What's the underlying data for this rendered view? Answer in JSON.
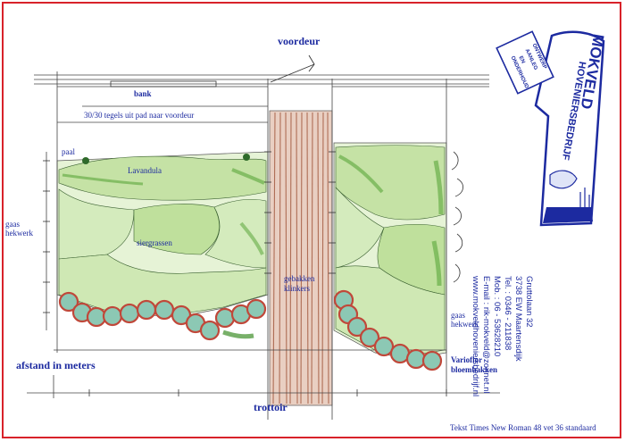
{
  "labels": {
    "voordeur": "voordeur",
    "bank": "bank",
    "tegels": "30/30 tegels uit pad naar voordeur",
    "paal": "paal",
    "lavandula": "Lavandula",
    "gaas_left_1": "gaas",
    "gaas_left_2": "hekwerk",
    "siergrassen": "siergrassen",
    "gebakken_1": "gebakken",
    "gebakken_2": "klinkers",
    "gaas_right_1": "gaas",
    "gaas_right_2": "hekwerk",
    "varioflor_1": "Varioflor",
    "varioflor_2": "bloembakken",
    "afstand": "afstand in meters",
    "trottoir": "trottoir"
  },
  "logo": {
    "name_top": "MOKVELD",
    "name_bottom": "HOVENIERSBEDRIJF",
    "sign_1": "ONTWERP",
    "sign_2": "AANLEG",
    "sign_3": "EN",
    "sign_4": "ONDERHOUD"
  },
  "address": [
    "Gruttolaan 32",
    "3738 EW  Maartensdijk",
    "Tel.    : 0346 - 211838",
    "Mob.  : 06 - 53628210",
    "E-mail : rik-mokveld@zonnet.nl",
    "www.mokveldhoveniersbedrijf.nl"
  ],
  "footer": "Tekst Times New Roman 48 vet  36 standaard",
  "colors": {
    "ink": "#1c2aa0",
    "frame": "#d8222a",
    "plant_light": "#cfe8b4",
    "plant_dark": "#6fb84a",
    "path": "#c08870",
    "planter": "#8cc8b4",
    "planter_rim": "#c0483a"
  }
}
